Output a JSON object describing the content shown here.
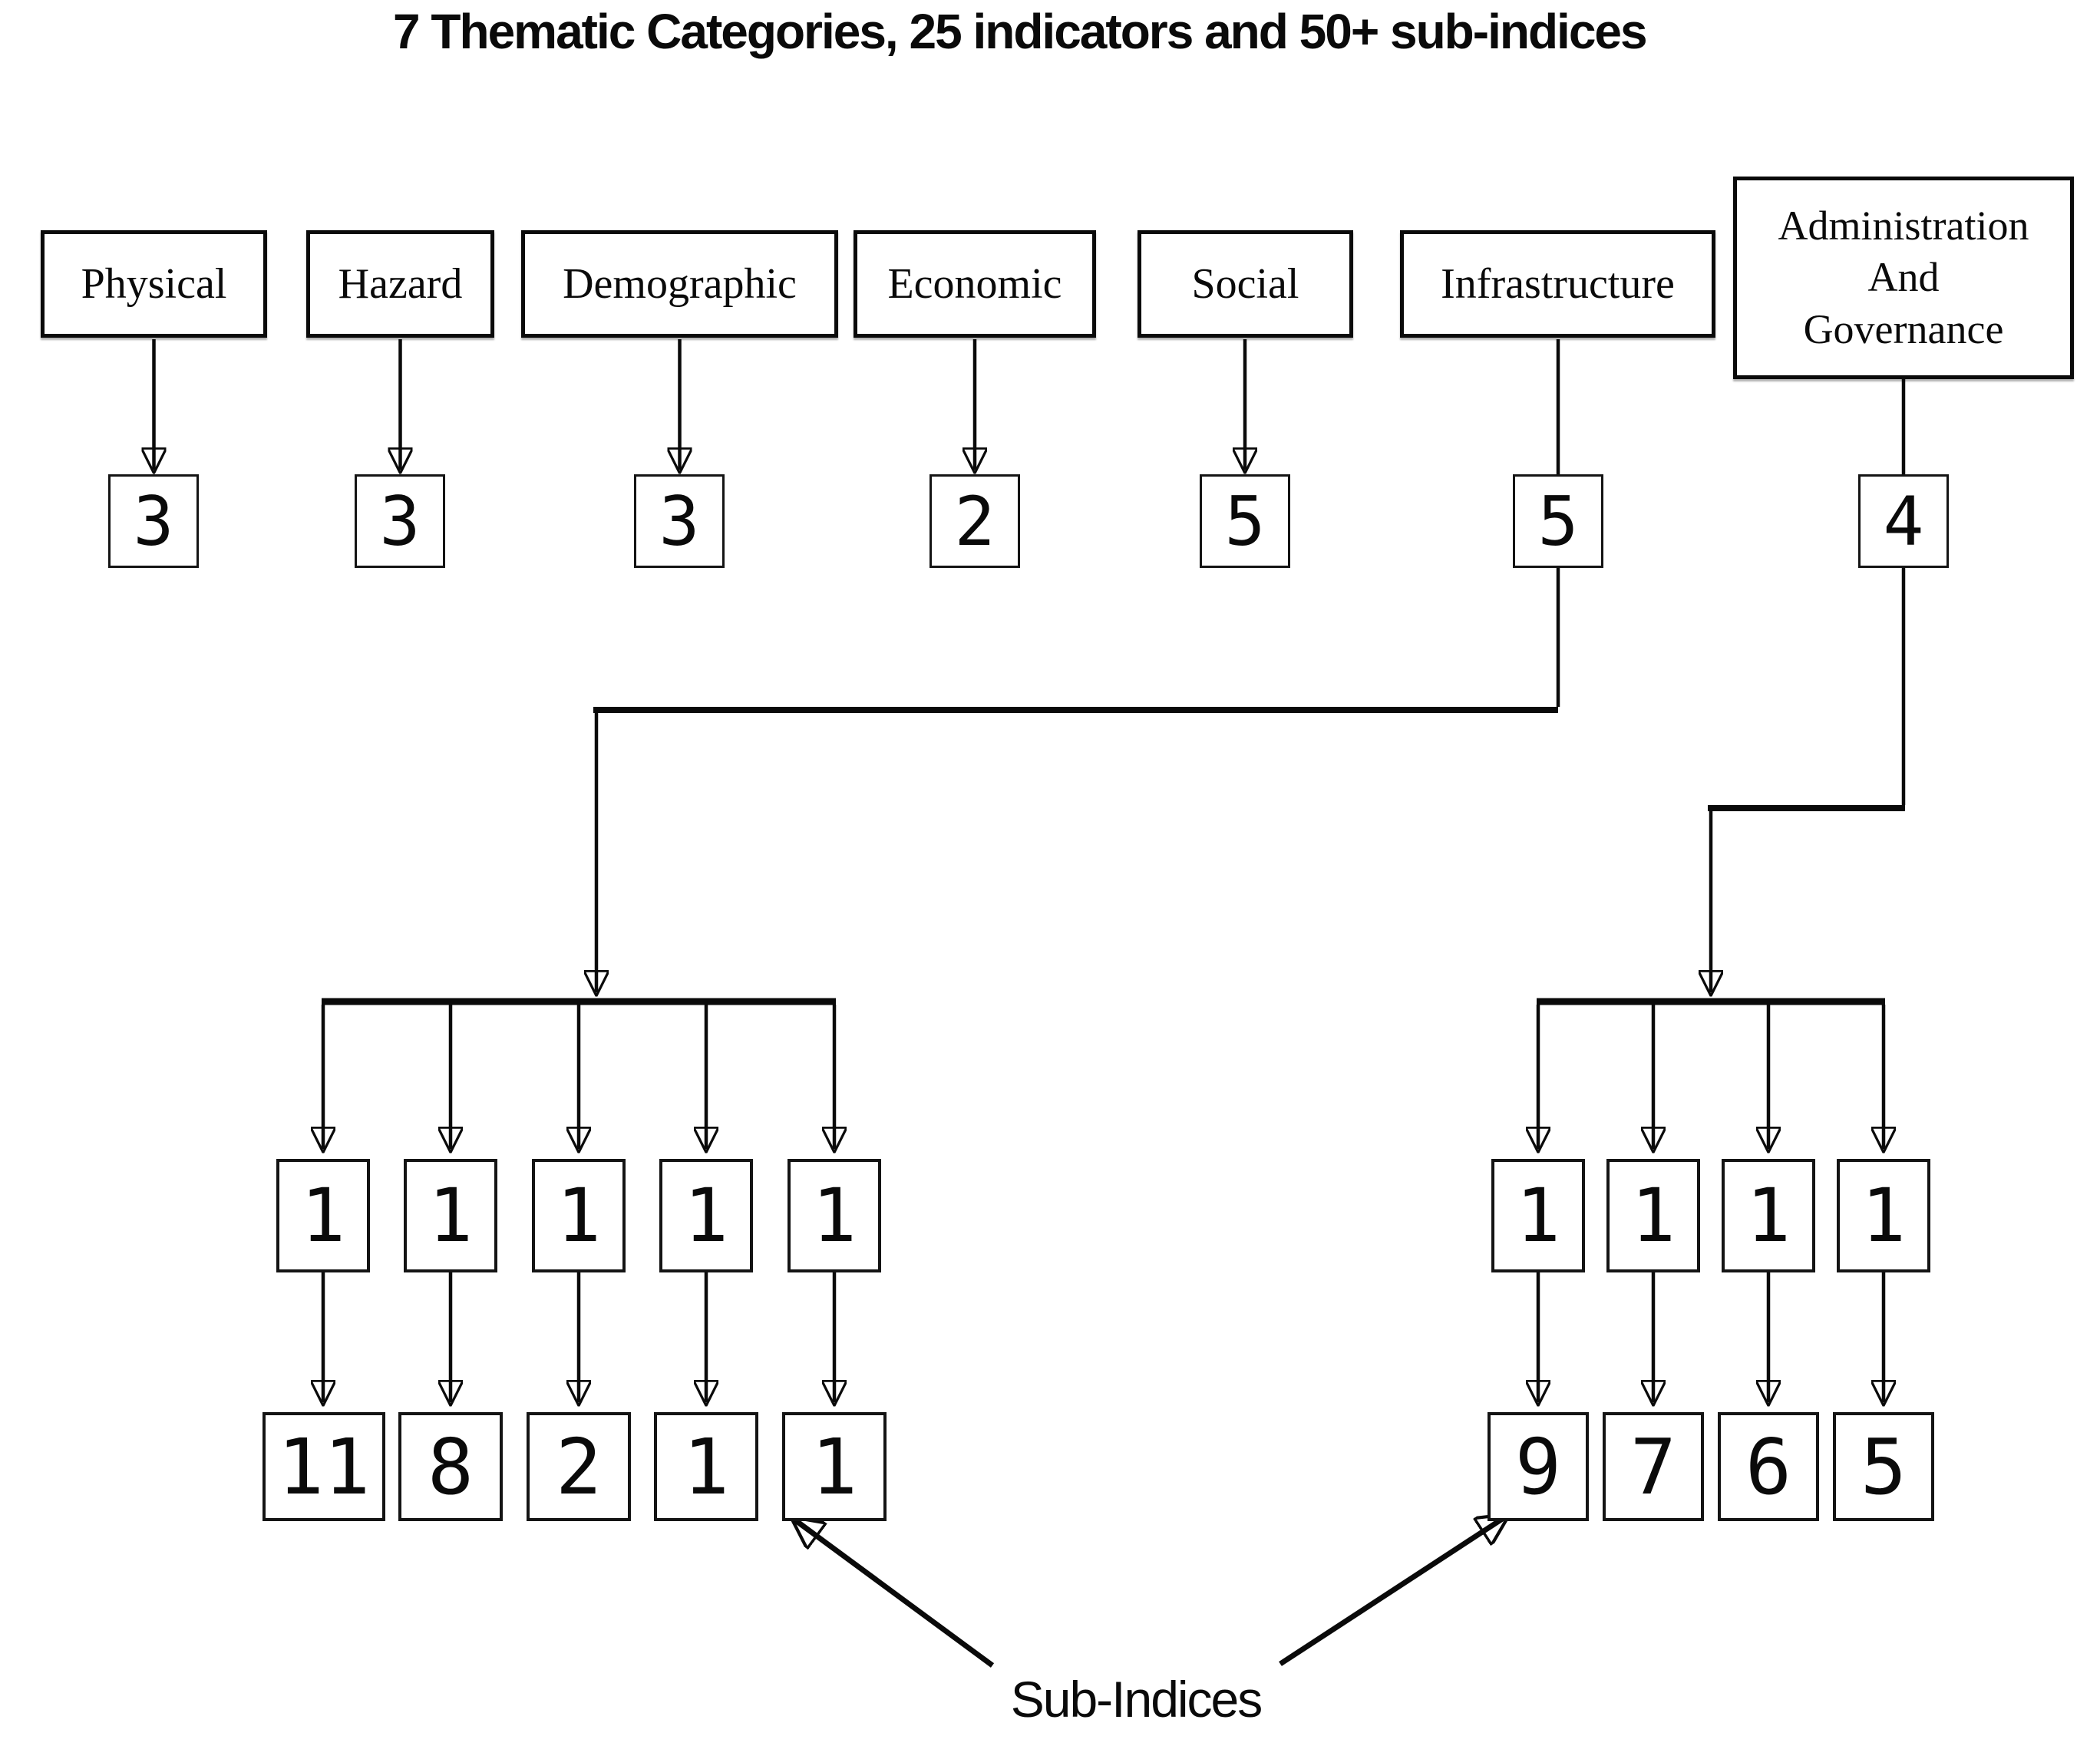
{
  "title": "7 Thematic Categories, 25 indicators and 50+ sub-indices",
  "categories": [
    {
      "label": "Physical",
      "indicators": "3"
    },
    {
      "label": "Hazard",
      "indicators": "3"
    },
    {
      "label": "Demographic",
      "indicators": "3"
    },
    {
      "label": "Economic",
      "indicators": "2"
    },
    {
      "label": "Social",
      "indicators": "5"
    },
    {
      "label": "Infrastructure",
      "indicators": "5"
    },
    {
      "label": "Administration\nAnd\nGovernance",
      "indicators": "4"
    }
  ],
  "infrastructure_breakdown": {
    "indicator_weights": [
      "1",
      "1",
      "1",
      "1",
      "1"
    ],
    "sub_indices": [
      "11",
      "8",
      "2",
      "1",
      "1"
    ]
  },
  "governance_breakdown": {
    "indicator_weights": [
      "1",
      "1",
      "1",
      "1"
    ],
    "sub_indices": [
      "9",
      "7",
      "6",
      "5"
    ]
  },
  "footer": {
    "label": "Sub-Indices"
  }
}
